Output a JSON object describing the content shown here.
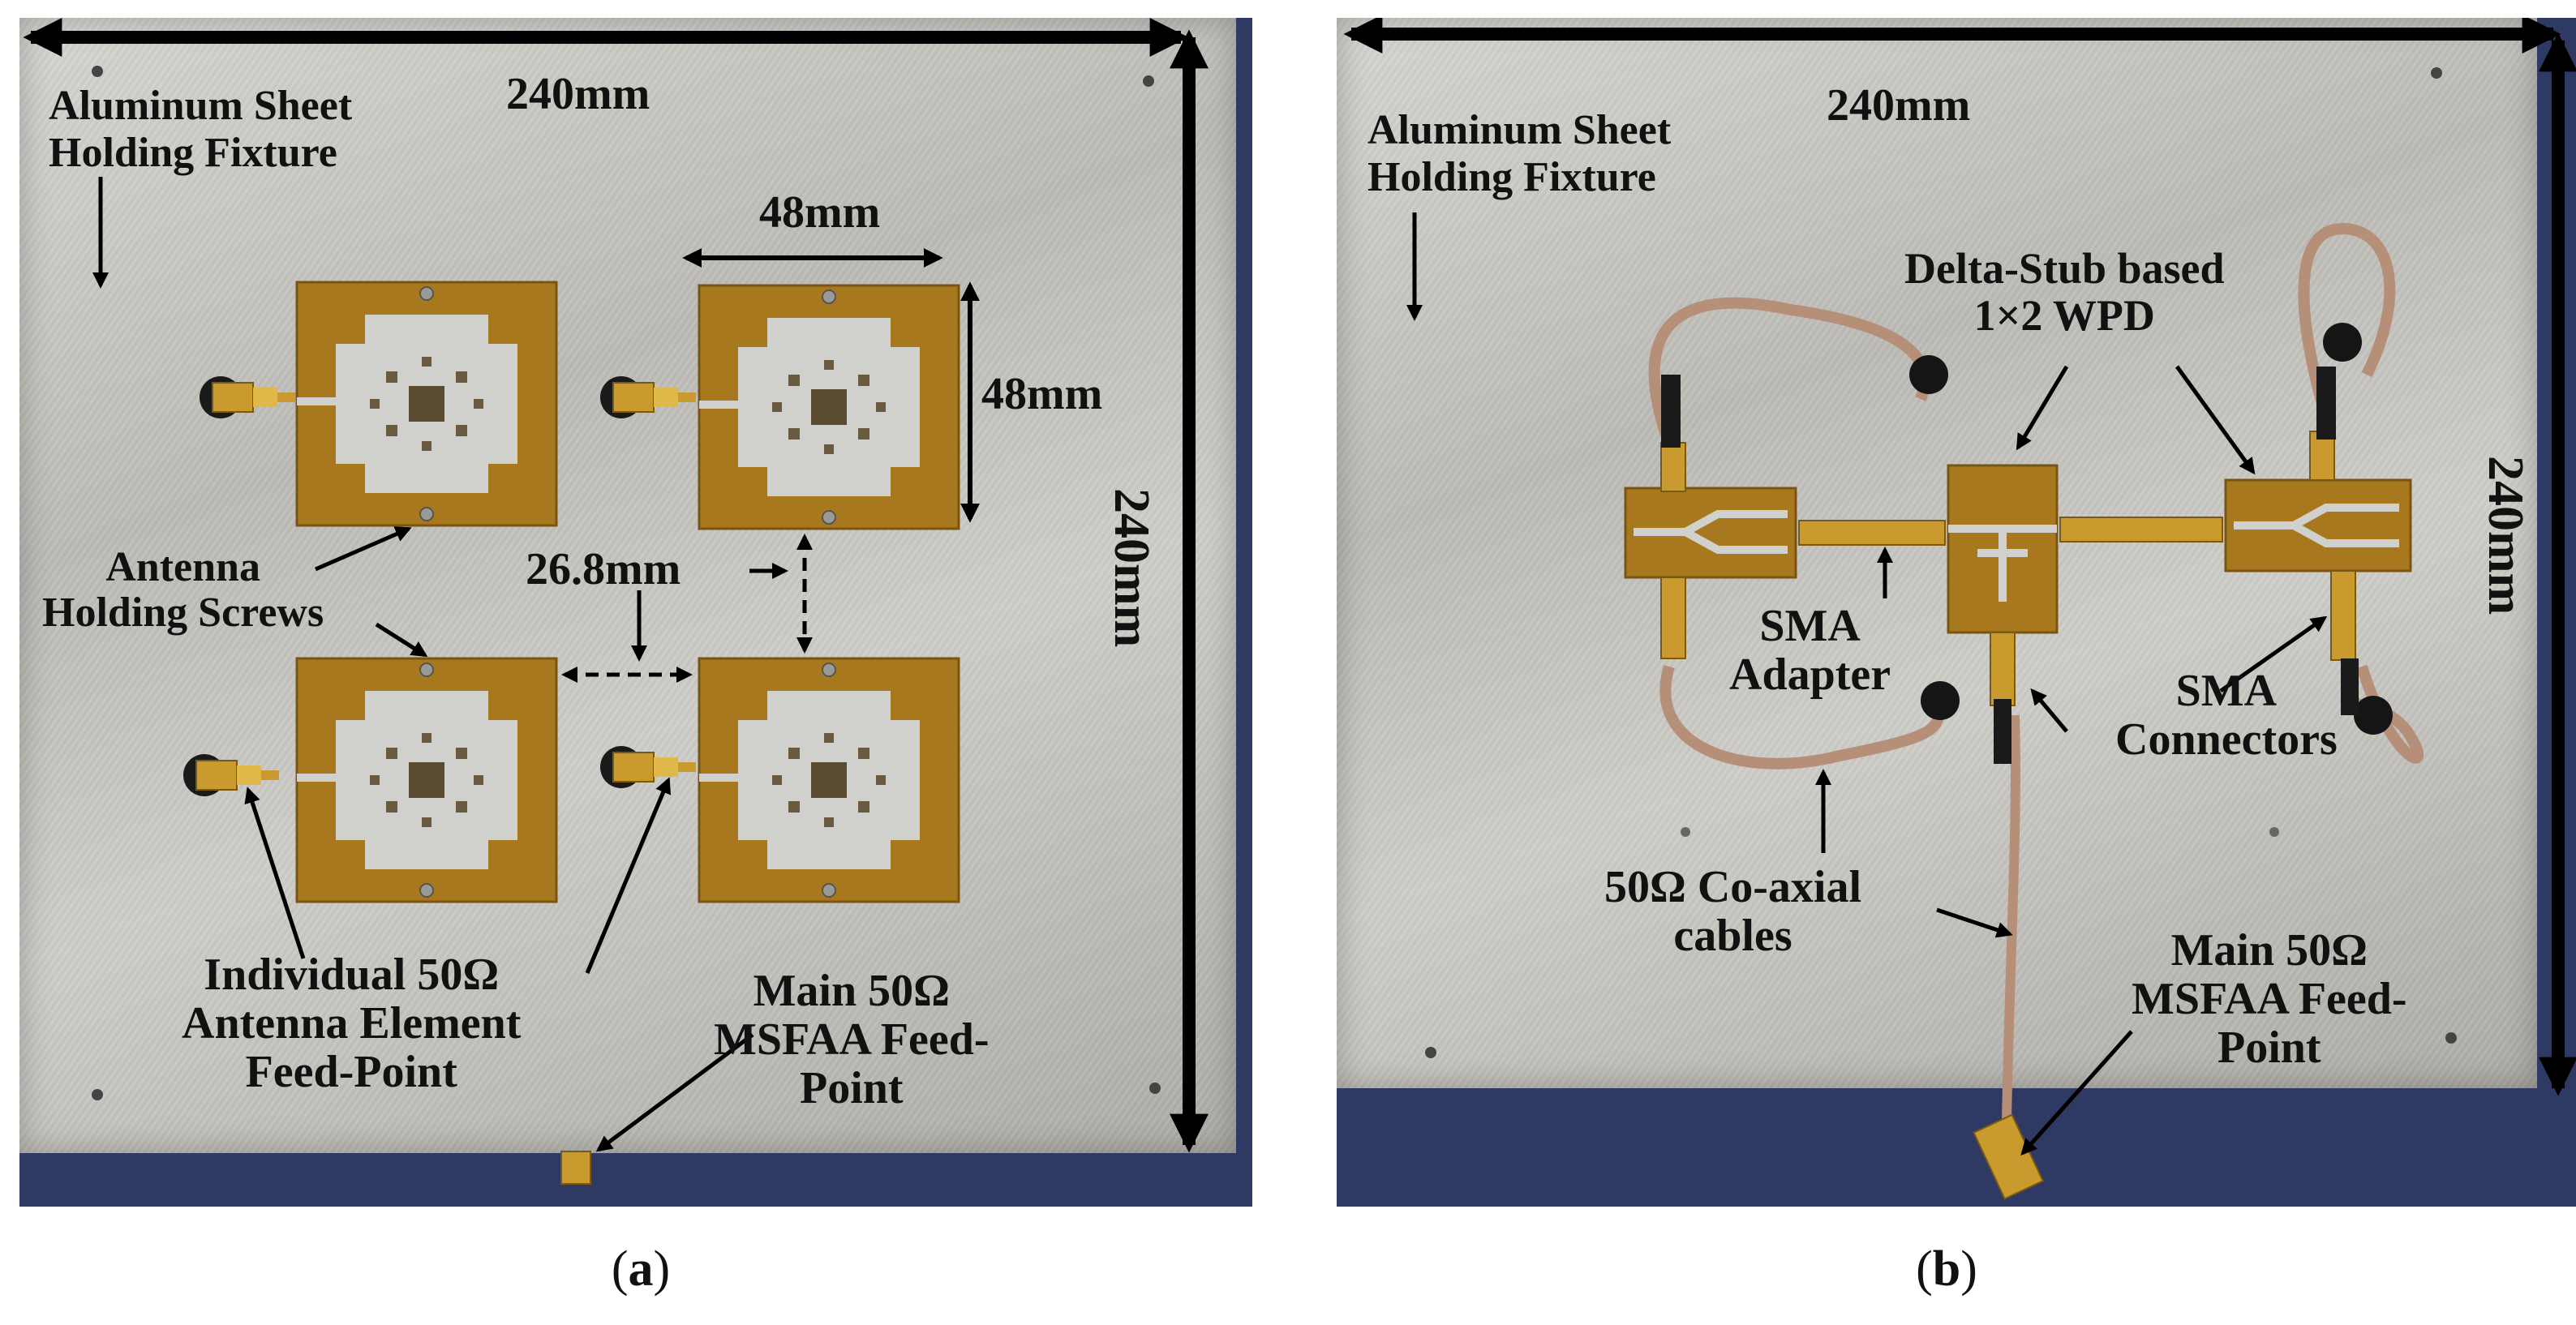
{
  "panel_a": {
    "dimension_top": "240mm",
    "dimension_side": "240mm",
    "fixture_label": [
      "Aluminum Sheet",
      "Holding Fixture"
    ],
    "element_width": "48mm",
    "element_height": "48mm",
    "spacing": "26.8mm",
    "screws_label": [
      "Antenna",
      "Holding Screws"
    ],
    "feed_label": [
      "Individual 50Ω",
      "Antenna Element",
      "Feed-Point"
    ],
    "main_feed_label": [
      "Main 50Ω",
      "MSFAA Feed-",
      "Point"
    ],
    "caption_letter": "a"
  },
  "panel_b": {
    "dimension_top": "240mm",
    "dimension_side": "240mm",
    "fixture_label": [
      "Aluminum Sheet",
      "Holding Fixture"
    ],
    "wpd_label": [
      "Delta-Stub based",
      "1×2 WPD"
    ],
    "adapter_label": [
      "SMA",
      "Adapter"
    ],
    "connectors_label": [
      "SMA",
      "Connectors"
    ],
    "cables_label": [
      "50Ω Co-axial",
      "cables"
    ],
    "main_feed_label": [
      "Main 50Ω",
      "MSFAA Feed-",
      "Point"
    ],
    "caption_letter": "b"
  },
  "colors": {
    "background": "#2e3a63",
    "plate": "#c7c6c1",
    "substrate": "#a8781e",
    "copper": "#d0d0cc",
    "connector": "#c99a2e",
    "cable": "#b68f78",
    "arrow": "#000000"
  }
}
